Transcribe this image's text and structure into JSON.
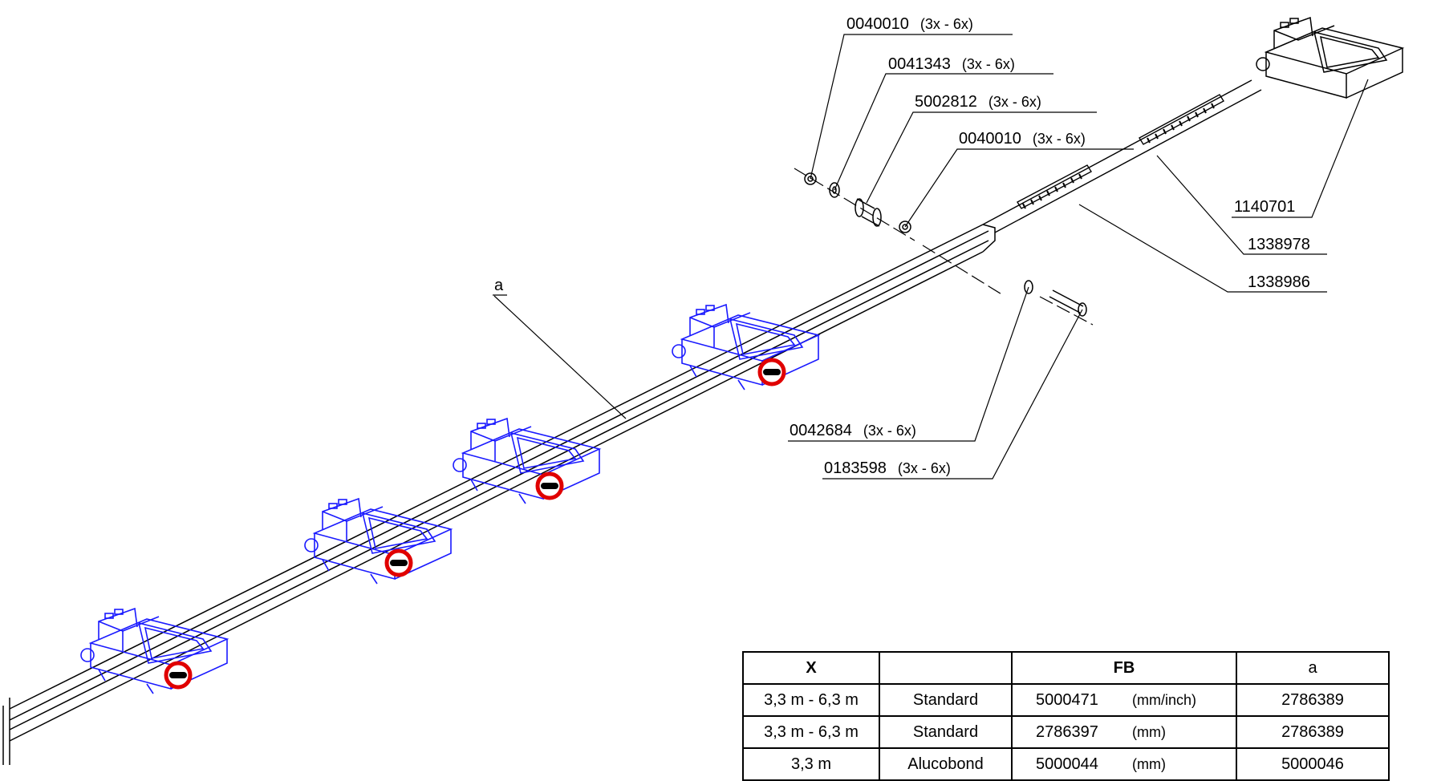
{
  "callouts": {
    "nut_top": {
      "part": "0040010",
      "qty": "(3x - 6x)"
    },
    "washer": {
      "part": "0041343",
      "qty": "(3x - 6x)"
    },
    "spacer": {
      "part": "5002812",
      "qty": "(3x - 6x)"
    },
    "nut_second": {
      "part": "0040010",
      "qty": "(3x - 6x)"
    },
    "carriage": {
      "part": "1140701"
    },
    "scale_right": {
      "part": "1338978"
    },
    "scale_left": {
      "part": "1338986"
    },
    "small_washer": {
      "part": "0042684",
      "qty": "(3x - 6x)"
    },
    "bolt": {
      "part": "0183598",
      "qty": "(3x - 6x)"
    },
    "rail": {
      "label": "a"
    }
  },
  "table": {
    "headers": [
      "X",
      "",
      "FB",
      "a"
    ],
    "rows": [
      {
        "x": "3,3 m - 6,3 m",
        "type": "Standard",
        "fb": "5000471",
        "unit": "(mm/inch)",
        "a": "2786389"
      },
      {
        "x": "3,3 m - 6,3 m",
        "type": "Standard",
        "fb": "2786397",
        "unit": "(mm)",
        "a": "2786389"
      },
      {
        "x": "3,3 m",
        "type": "Alucobond",
        "fb": "5000044",
        "unit": "(mm)",
        "a": "5000046"
      }
    ]
  },
  "colors": {
    "line": "#000000",
    "highlight": "#1a1aff",
    "remove_symbol": "#e00000"
  },
  "icons": {
    "remove_marker": "no-entry-icon"
  }
}
